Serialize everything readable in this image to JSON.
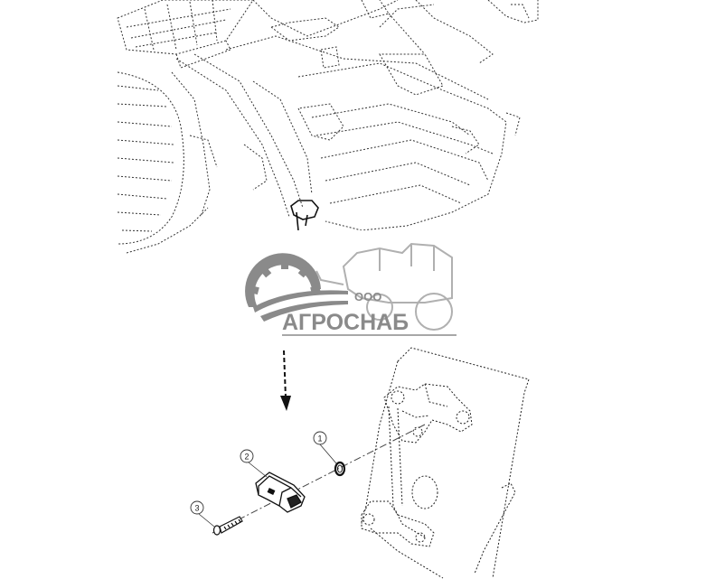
{
  "watermark": {
    "prefix": "ООО",
    "name": "АГРОСНАБ"
  },
  "callouts": [
    {
      "id": "1",
      "label": "1"
    },
    {
      "id": "2",
      "label": "2"
    },
    {
      "id": "3",
      "label": "3"
    }
  ]
}
